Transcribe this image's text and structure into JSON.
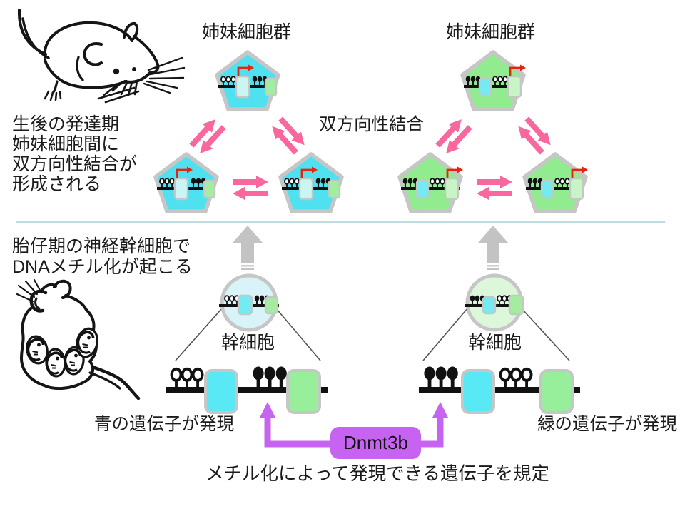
{
  "colors": {
    "ink": "#1b1b1b",
    "cell_cyan": "#4fe1ef",
    "cell_green": "#90ec8e",
    "cell_cyan_pale": "#d9f4f9",
    "cell_green_pale": "#dcf7da",
    "box_cyan_bright": "#58e9f5",
    "box_green_bright": "#97ef9b",
    "box_cyan_mid": "#74ebf2",
    "box_green_mid": "#a4eda0",
    "box_cyan_pale": "#c9f6f3",
    "box_green_pale": "#c9f4c5",
    "pink": "#f9679f",
    "red": "#e62310",
    "purple": "#c763f1",
    "gray_arrow": "#c3c3c3",
    "gray_border": "#c6c6c6",
    "divider": "#bedbdf"
  },
  "labels": {
    "sister_group_left": "姉妹細胞群",
    "sister_group_right": "姉妹細胞群",
    "bidirectional_binding": "双方向性結合",
    "postnatal_line1": "生後の発達期",
    "postnatal_line2": "姉妹細胞間に",
    "postnatal_line3": "双方向性結合が",
    "postnatal_line4": "形成される",
    "fetal_line1": "胎仔期の神経幹細胞で",
    "fetal_line2": "DNAメチル化が起こる",
    "stem_cell_left": "幹細胞",
    "stem_cell_right": "幹細胞",
    "blue_gene_expressed": "青の遺伝子が発現",
    "green_gene_expressed": "緑の遺伝子が発現",
    "dnmt3b": "Dnmt3b",
    "caption": "メチル化によって発現できる遺伝子を規定"
  }
}
